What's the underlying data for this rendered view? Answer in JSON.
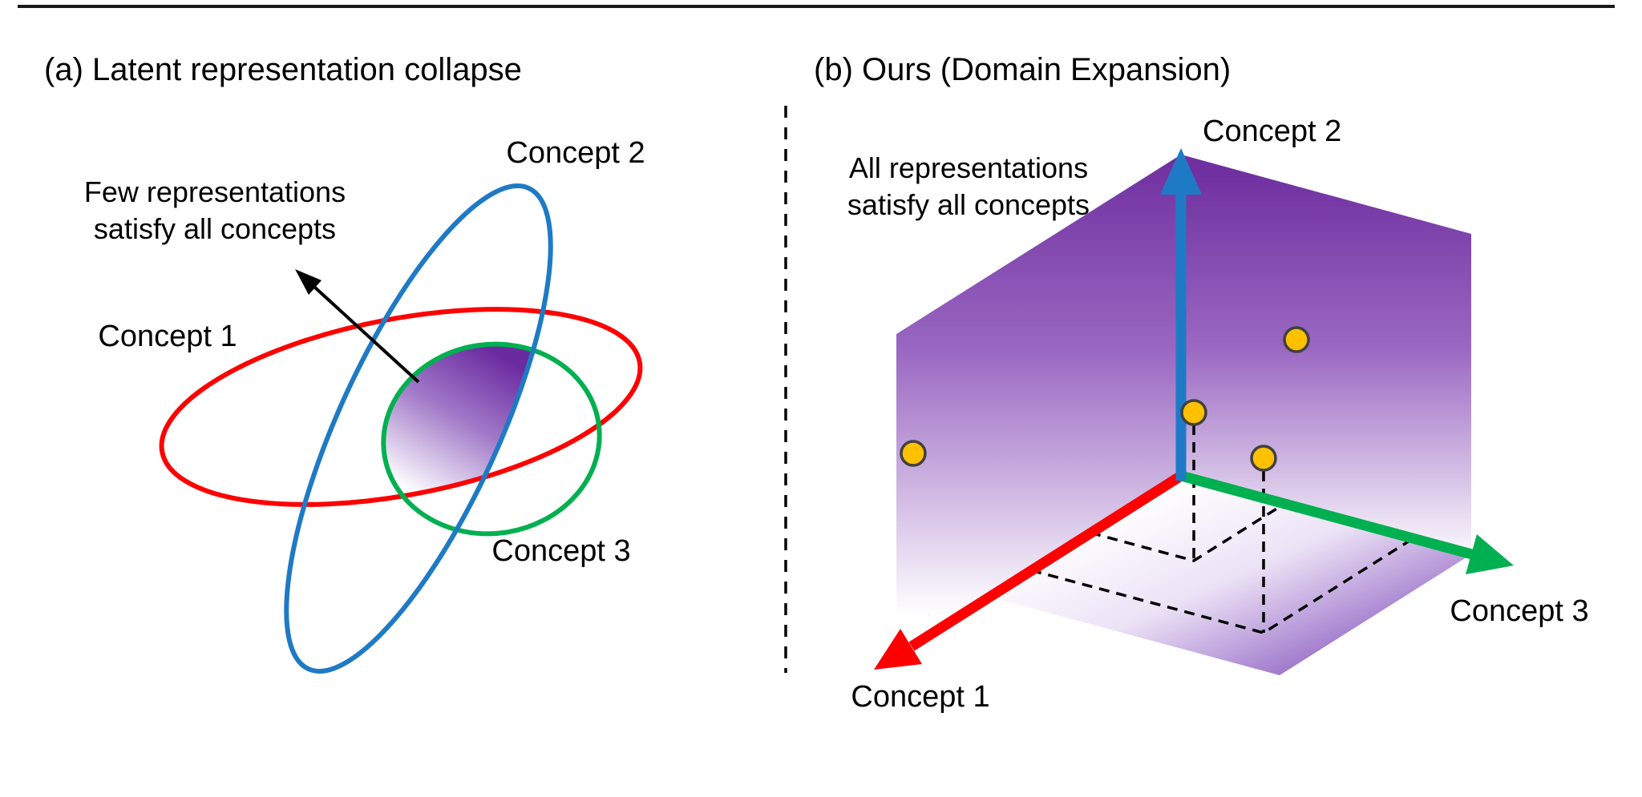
{
  "figure": {
    "panel_a": {
      "title": "(a) Latent representation collapse",
      "annotation": {
        "line1": "Few representations",
        "line2": "satisfy all concepts"
      },
      "concept1_label": "Concept 1",
      "concept2_label": "Concept 2",
      "concept3_label": "Concept 3"
    },
    "panel_b": {
      "title": "(b) Ours (Domain Expansion)",
      "annotation": {
        "line1": "All representations",
        "line2": "satisfy all concepts"
      },
      "concept1_label": "Concept 1",
      "concept2_label": "Concept 2",
      "concept3_label": "Concept 3"
    },
    "colors": {
      "concept1": "#FF0000",
      "concept2": "#1F7AC5",
      "concept3": "#00B050",
      "region_purple": "#7030A0",
      "point_fill": "#FFC000",
      "point_stroke": "#404040",
      "text": "#000000",
      "background": "#FFFFFF"
    }
  }
}
